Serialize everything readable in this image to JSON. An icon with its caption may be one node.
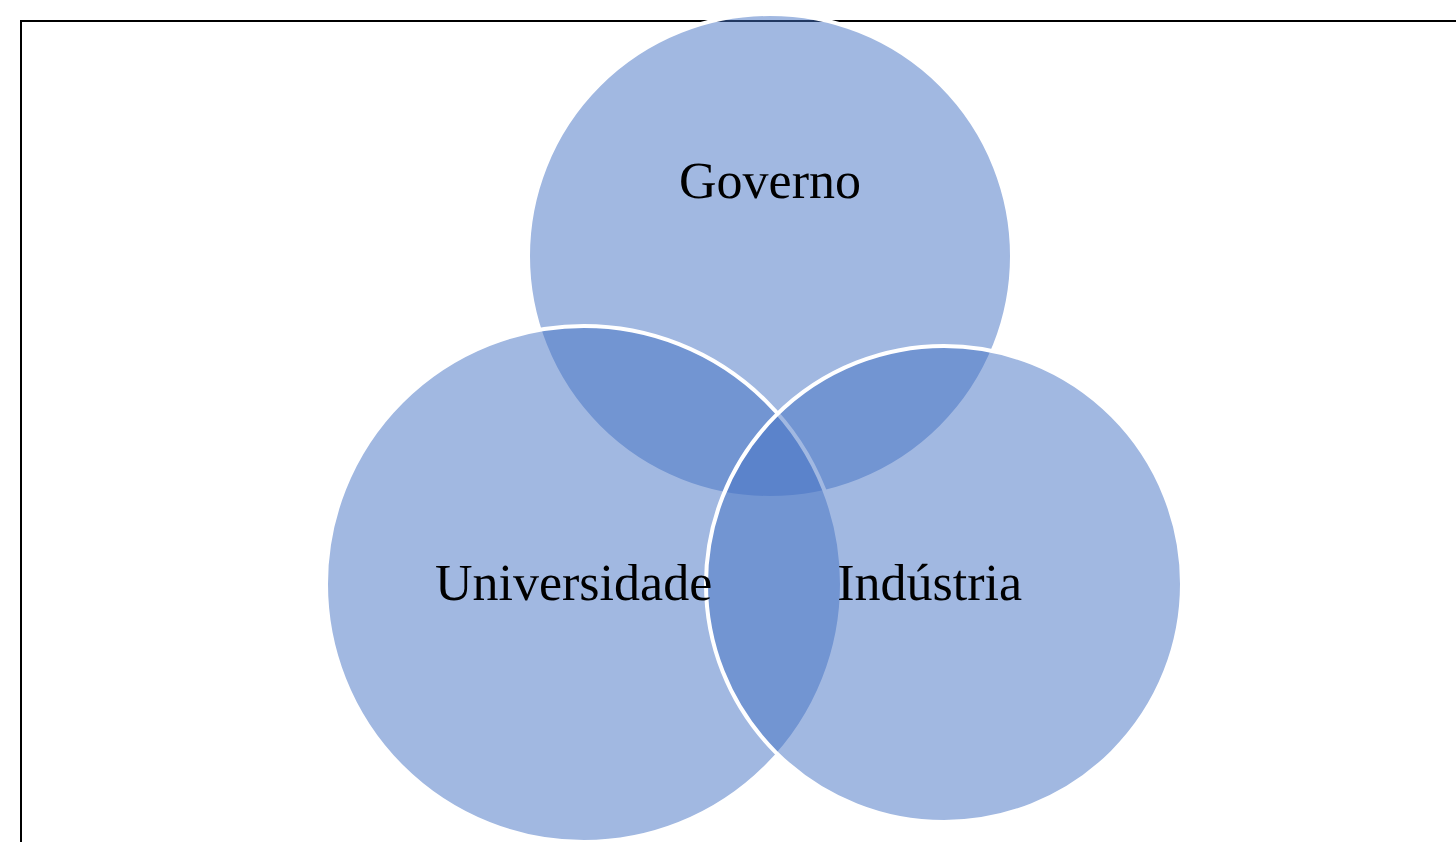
{
  "diagram": {
    "nodes": [
      {
        "text": [
          "Governo"
        ]
      },
      {
        "text": [
          "Universidade"
        ]
      },
      {
        "text": [
          "Indústria"
        ]
      }
    ]
  }
}
